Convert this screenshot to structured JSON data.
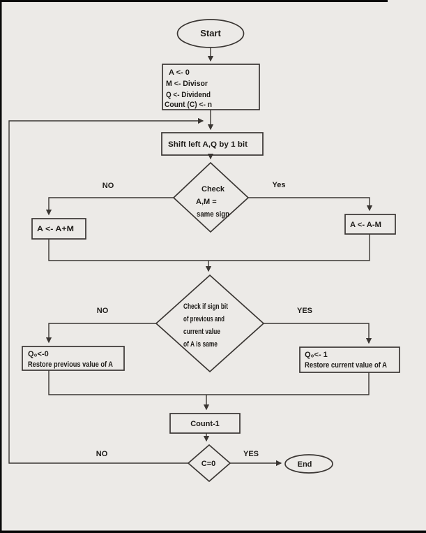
{
  "diagram": {
    "title_implied": "Non-restoring division flowchart",
    "nodes": {
      "start": {
        "label": "Start"
      },
      "init": {
        "lines": [
          "A <- 0",
          "M <- Divisor",
          "Q <- Dividend",
          "Count (C) <- n"
        ]
      },
      "shift": {
        "label": "Shift left A,Q by 1 bit"
      },
      "decision_sign": {
        "lines": [
          "Check",
          "A,M =",
          "same sign"
        ]
      },
      "add_box": {
        "label": "A <- A+M"
      },
      "subtract_box": {
        "label": "A <- A-M"
      },
      "decision_signbit": {
        "lines": [
          "Check if sign bit",
          "of previous and",
          "current value",
          "of A is same"
        ]
      },
      "q_restore_prev": {
        "lines": [
          "Q₀<-0",
          "Restore previous value of A"
        ]
      },
      "q_set_current": {
        "lines": [
          "Q₀<- 1",
          "Restore current value of A"
        ]
      },
      "count_box": {
        "label": "Count-1"
      },
      "decision_count": {
        "label": "C=0"
      },
      "end": {
        "label": "End"
      }
    },
    "branch_labels": {
      "sign_no": "NO",
      "sign_yes": "Yes",
      "signbit_no": "NO",
      "signbit_yes": "YES",
      "count_no": "NO",
      "count_yes": "YES"
    },
    "colors": {
      "background": "#ECEAE7",
      "line": "#3a3633",
      "text": "#1d1b18",
      "frame": "#0a0a0a"
    }
  }
}
